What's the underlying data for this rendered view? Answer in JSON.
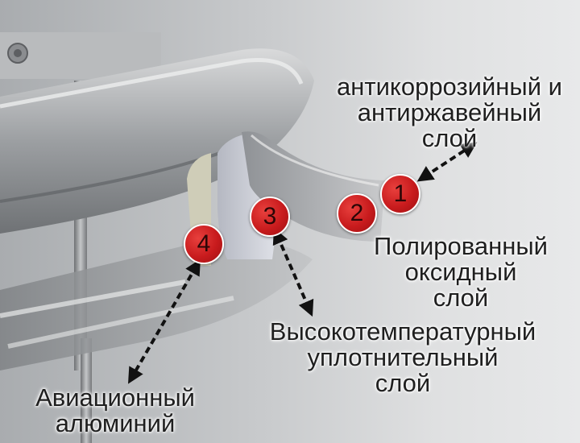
{
  "labels": {
    "anti_corrosion": [
      "антикоррозийный и",
      "антиржавейный",
      "слой"
    ],
    "polished_oxide": [
      "Полированный",
      "оксидный",
      "слой"
    ],
    "sealing_layer": [
      "Высокотемпературный",
      "уплотнительный",
      "слой"
    ],
    "aluminium": [
      "Авиационный",
      "алюминий"
    ]
  },
  "badges": {
    "b1": "1",
    "b2": "2",
    "b3": "3",
    "b4": "4"
  },
  "colors": {
    "badge_red": "#c81b1d",
    "arrow": "#111111",
    "text": "#1f1f1f"
  }
}
